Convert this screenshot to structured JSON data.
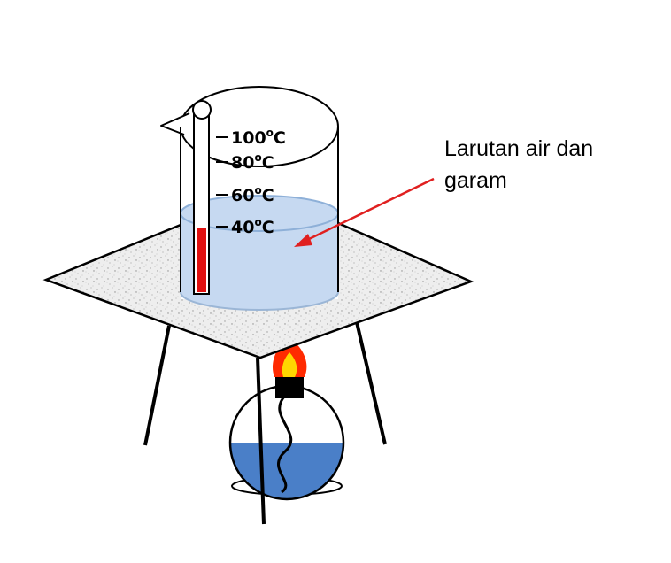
{
  "diagram": {
    "annotation_lines": [
      "Larutan air dan",
      "garam"
    ],
    "thermometer_ticks": [
      {
        "value": "100",
        "unit": "C",
        "degree_mark": "o"
      },
      {
        "value": "80",
        "unit": "C",
        "degree_mark": "o"
      },
      {
        "value": "60",
        "unit": "C",
        "degree_mark": "o"
      },
      {
        "value": "40",
        "unit": "C",
        "degree_mark": "o"
      }
    ],
    "colors": {
      "solution": "#c6d9f1",
      "solution_edge": "#8eb0d8",
      "thermometer_liquid": "#e01010",
      "arrow": "#e02020",
      "lamp_fuel": "#4a7fc8",
      "flame_outer": "#ff2a00",
      "flame_inner": "#ffd700",
      "gauze": "#ebebeb"
    }
  }
}
